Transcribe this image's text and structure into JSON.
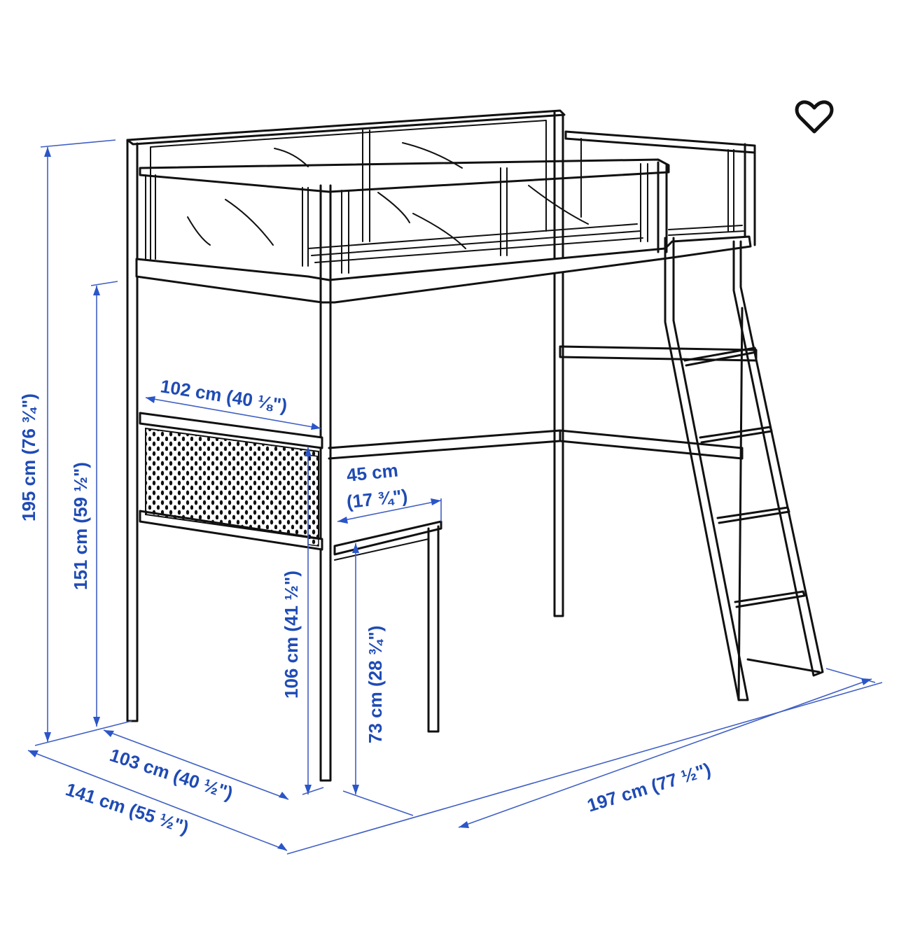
{
  "diagram": {
    "subject": "Loft bed frame with desk",
    "favorite_icon": "heart-outline-icon",
    "accent_color": "#1f4bb5",
    "line_color": "#111111",
    "dimensions": {
      "total_height": "195 cm (76 ¾\")",
      "underbed_height": "151 cm (59 ½\")",
      "desk_width": "102 cm (40 ⅛\")",
      "desk_depth_cm": "45 cm",
      "desk_depth_in": "(17 ¾\")",
      "panel_height": "106 cm (41 ½\")",
      "desk_height": "73 cm (28 ¾\")",
      "inner_width": "103 cm (40 ½\")",
      "total_width": "141 cm (55 ½\")",
      "total_length": "197 cm (77 ½\")"
    }
  }
}
